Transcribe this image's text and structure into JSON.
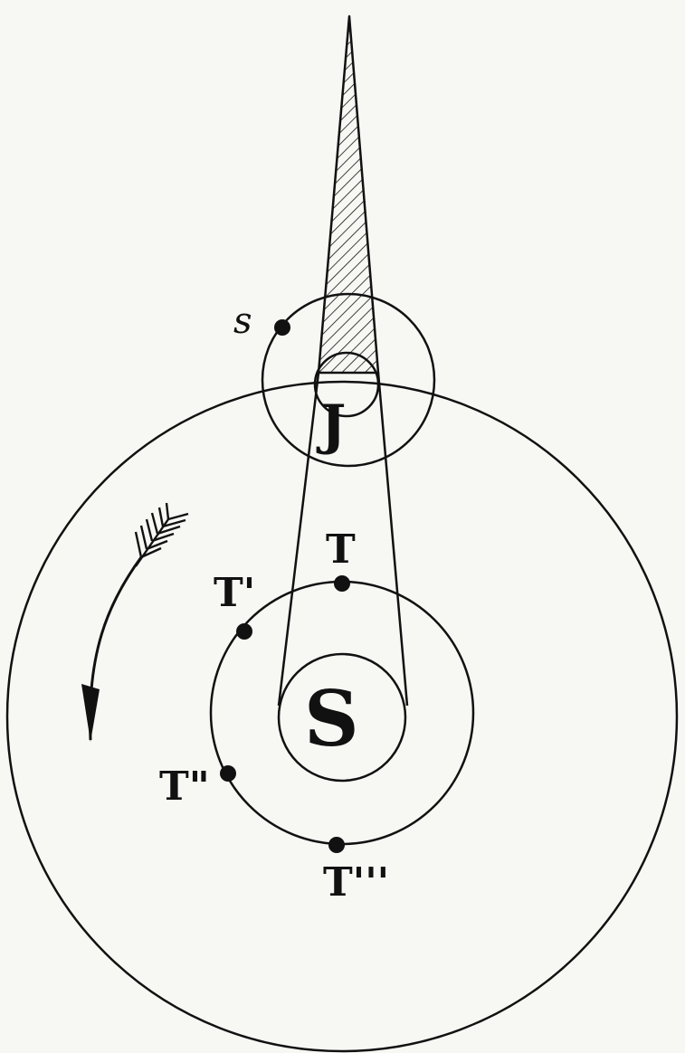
{
  "labels": {
    "sun": "S",
    "jupiter": "J",
    "satellite": "s",
    "earth_positions": [
      "T",
      "T'",
      "T\"",
      "T'''"
    ]
  },
  "colors": {
    "ink": "#111111",
    "paper": "#f7f7f4"
  }
}
